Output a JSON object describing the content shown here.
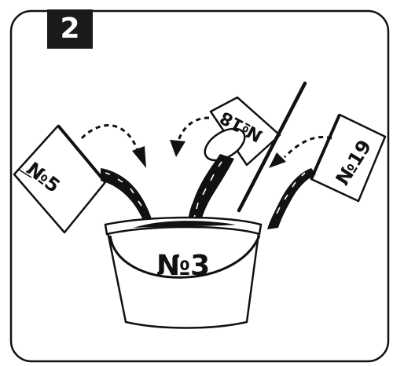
{
  "step": {
    "number": "2"
  },
  "containers": {
    "source_left": "№5",
    "source_middle": "№18",
    "source_right": "№19",
    "bucket": "№3"
  },
  "icons": [
    "bucket",
    "cans",
    "pour-arrows",
    "mixing-stick"
  ],
  "colors": {
    "ink": "#111111",
    "badge_bg": "#1a1a1a",
    "badge_text": "#ffffff",
    "background": "#ffffff"
  }
}
